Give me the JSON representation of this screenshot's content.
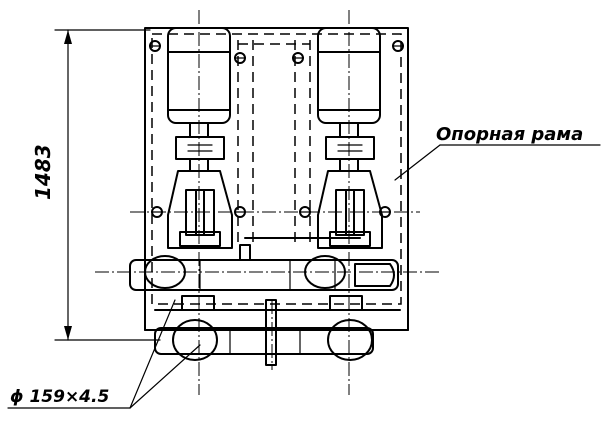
{
  "labels": {
    "height_dimension": "1483",
    "frame_callout": "Опорная рама",
    "pipe_callout": "ϕ 159×4.5"
  }
}
